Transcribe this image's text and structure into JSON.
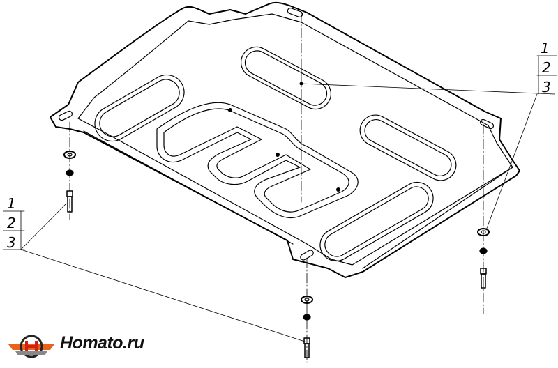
{
  "callouts": {
    "right": [
      "1",
      "2",
      "3"
    ],
    "left": [
      "1",
      "2",
      "3"
    ]
  },
  "logo": {
    "text": "Homato.ru",
    "colors": {
      "orange": "#e8621c",
      "red": "#d4200f",
      "gray": "#555555"
    }
  }
}
